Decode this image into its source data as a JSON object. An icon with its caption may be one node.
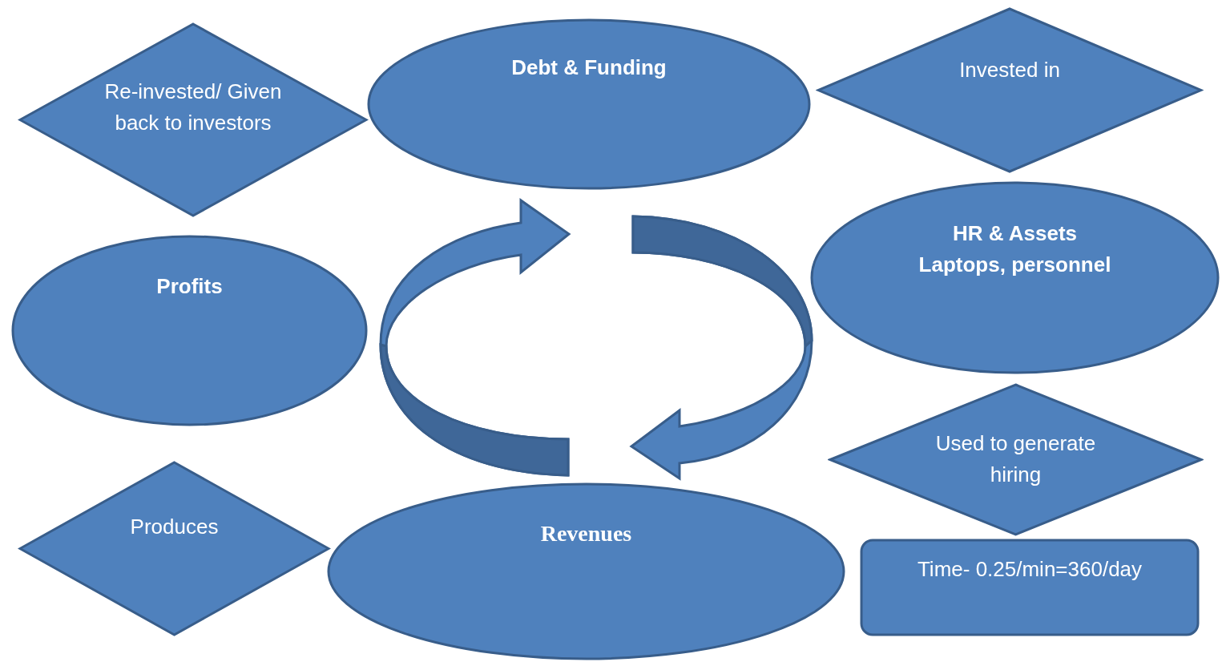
{
  "diagram": {
    "nodes": [
      {
        "text": [
          "Re-invested/ Given back to investors"
        ]
      },
      {
        "text": [
          "Debt & Funding"
        ]
      },
      {
        "text": [
          "Invested in"
        ]
      },
      {
        "text": [
          "Profits"
        ]
      },
      {
        "text": [
          "HR & Assets",
          "Laptops, personnel"
        ]
      },
      {
        "text": [
          "Used to generate hiring"
        ]
      },
      {
        "text": [
          "Produces"
        ]
      },
      {
        "text": [
          "Revenues"
        ]
      },
      {
        "text": [
          "Time- 0.25/min=360/day"
        ]
      }
    ]
  }
}
